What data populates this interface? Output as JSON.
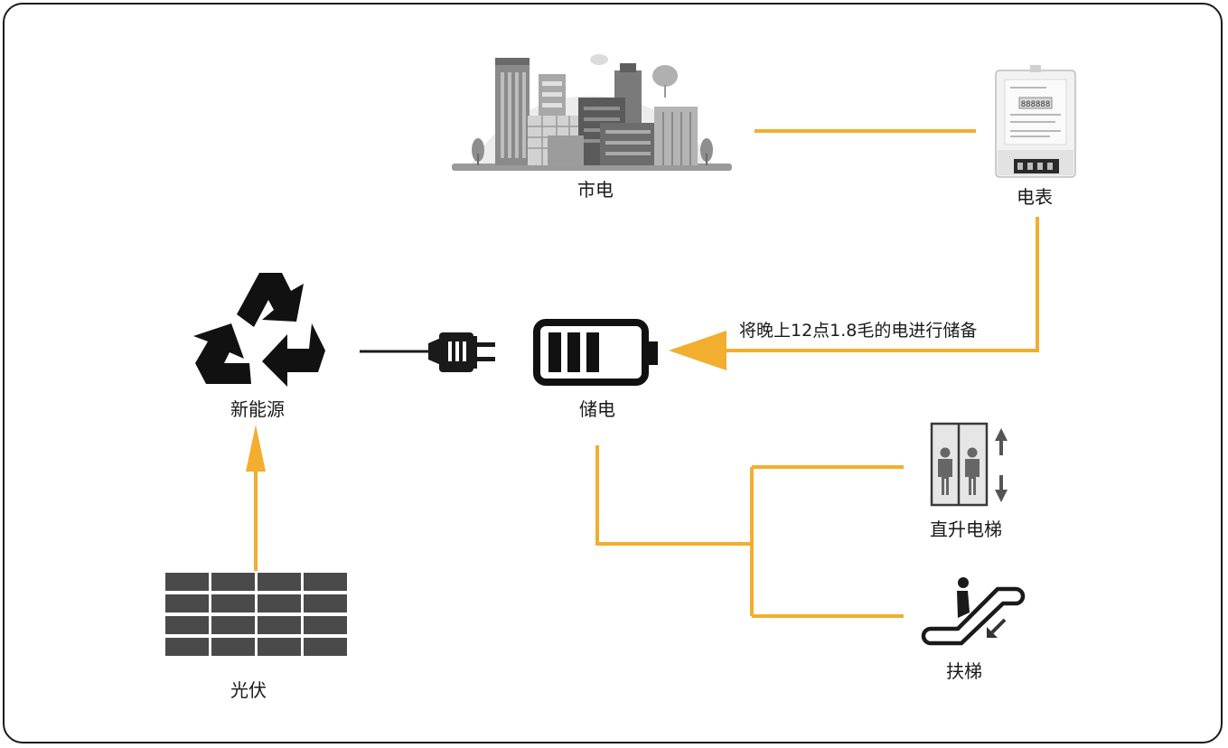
{
  "labels": {
    "grid": "市电",
    "meter": "电表",
    "new_energy": "新能源",
    "storage": "储电",
    "elevator": "直升电梯",
    "escalator": "扶梯",
    "solar": "光伏"
  },
  "annotation": "将晚上12点1.8毛的电进行储备",
  "meter_display": "888888",
  "colors": {
    "connector": "#F2AE2E",
    "icon_dark": "#1a1a1a",
    "icon_gray": "#6e6e6e",
    "solar_cell": "#4a4a4a"
  }
}
